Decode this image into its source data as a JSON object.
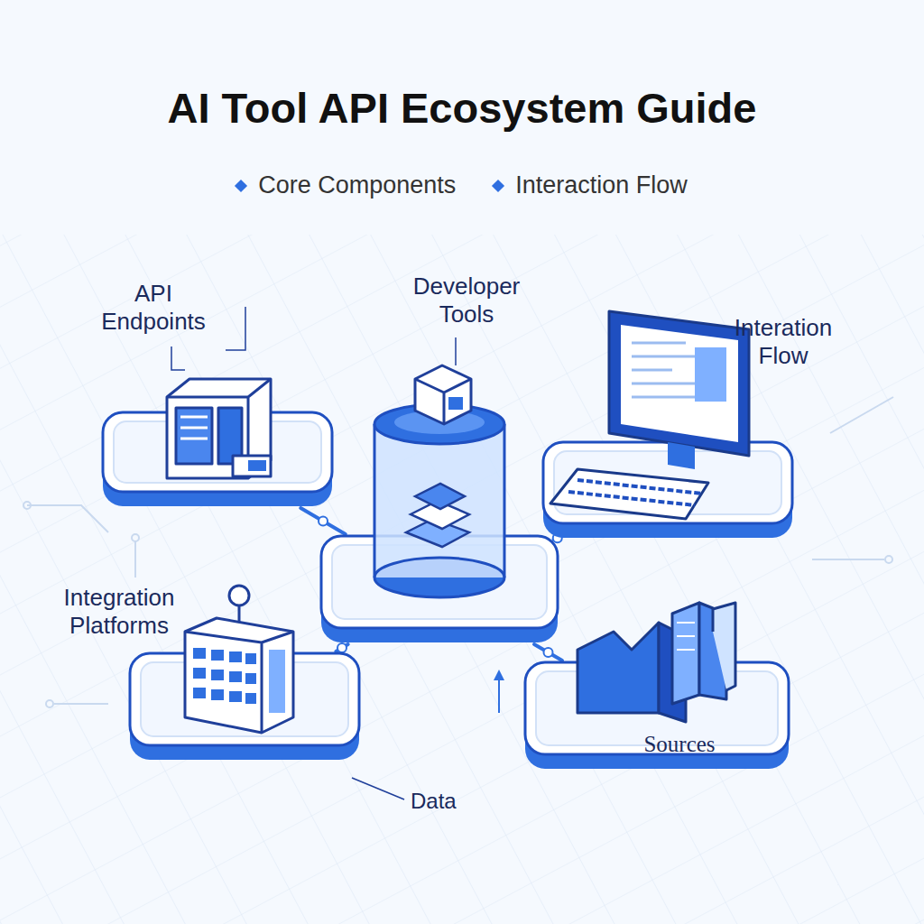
{
  "diagram": {
    "title": "AI Tool API Ecosystem Guide",
    "nodes": [
      {
        "text": [
          "API Endpoints"
        ]
      },
      {
        "text": [
          "Developer Tools"
        ]
      },
      {
        "text": [
          "Interation Flow"
        ]
      },
      {
        "text": [
          "Integration Platforms"
        ]
      },
      {
        "text": [
          "Sources"
        ]
      }
    ],
    "edges": [
      {
        "from": 0,
        "to": 1,
        "arrow": "none"
      },
      {
        "from": 1,
        "to": 2,
        "arrow": "none"
      },
      {
        "from": 1,
        "to": 3,
        "arrow": "none"
      },
      {
        "from": 1,
        "to": 4,
        "arrow": "none"
      }
    ],
    "labels": [
      "Core Components",
      "Interaction Flow",
      "Data"
    ]
  }
}
